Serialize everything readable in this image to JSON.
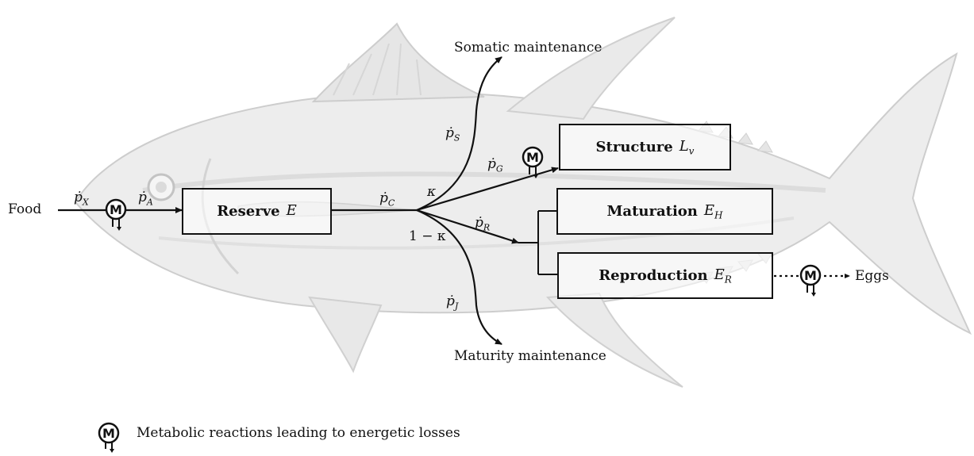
{
  "labels": {
    "food": "Food",
    "eggs": "Eggs",
    "somatic": "Somatic maintenance",
    "maturity": "Maturity maintenance",
    "kappa": "κ",
    "one_minus_kappa": "1 − κ",
    "legend": "Metabolic reactions leading to energetic losses"
  },
  "symbols": {
    "px_base": "ṗ",
    "px_sub": "X",
    "pa_base": "ṗ",
    "pa_sub": "A",
    "pc_base": "ṗ",
    "pc_sub": "C",
    "ps_base": "ṗ",
    "ps_sub": "S",
    "pg_base": "ṗ",
    "pg_sub": "G",
    "pr_base": "ṗ",
    "pr_sub": "R",
    "pj_base": "ṗ",
    "pj_sub": "J"
  },
  "boxes": {
    "reserve": {
      "name": "Reserve",
      "var": "E",
      "sub": ""
    },
    "structure": {
      "name": "Structure",
      "var": "L",
      "sub": "v"
    },
    "maturation": {
      "name": "Maturation",
      "var": "E",
      "sub": "H"
    },
    "reproduction": {
      "name": "Reproduction",
      "var": "E",
      "sub": "R"
    }
  },
  "icons": {
    "metabolic": "metabolic-loss-icon",
    "fish": "tuna-fish-background"
  },
  "colors": {
    "line": "#111111",
    "fish_fill": "#ececec",
    "fish_stroke": "#c8c8c8"
  }
}
